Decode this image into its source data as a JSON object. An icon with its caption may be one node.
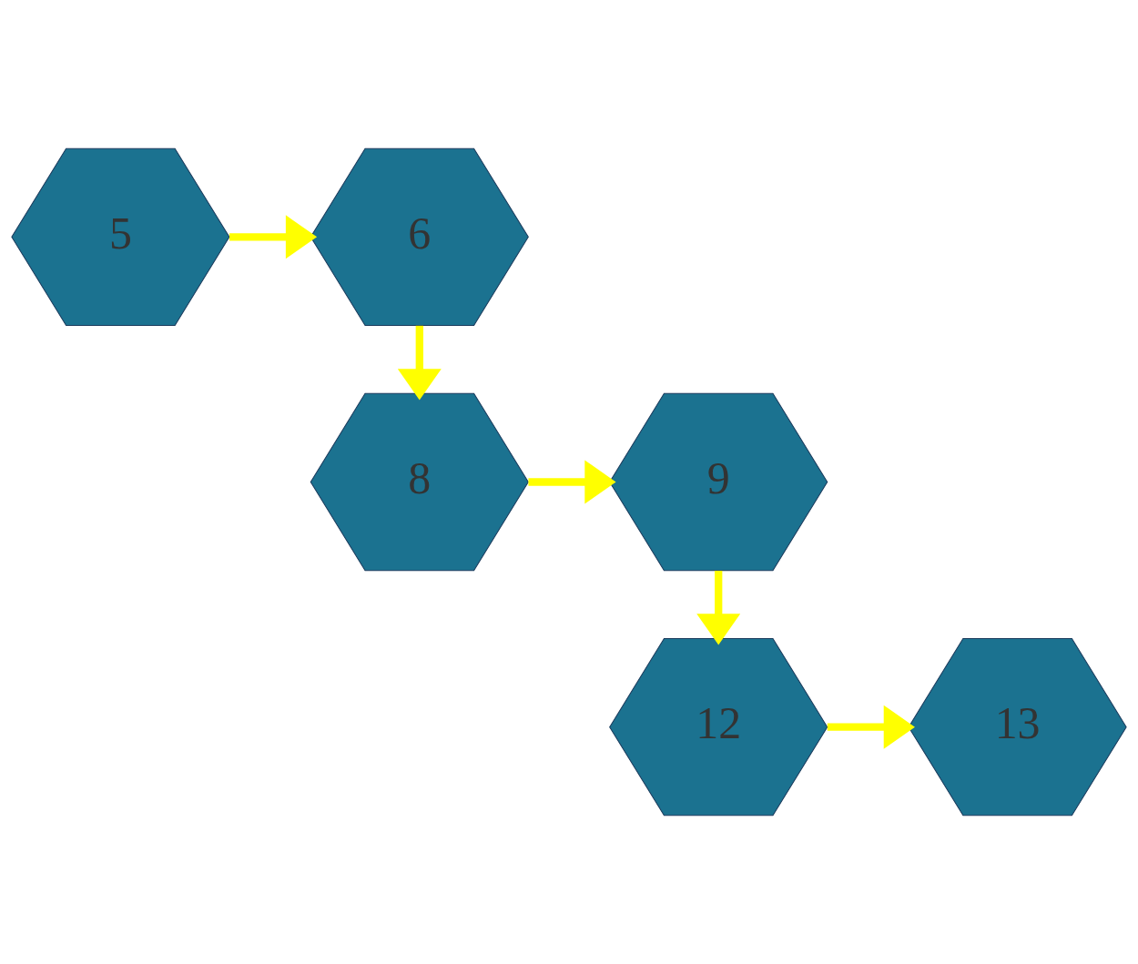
{
  "diagram": {
    "nodes": [
      {
        "text": [
          "5"
        ]
      },
      {
        "text": [
          "6"
        ]
      },
      {
        "text": [
          "8"
        ]
      },
      {
        "text": [
          "9"
        ]
      },
      {
        "text": [
          "12"
        ]
      },
      {
        "text": [
          "13"
        ]
      }
    ],
    "edges": [
      {
        "from": 0,
        "to": 1,
        "arrow": "to"
      },
      {
        "from": 1,
        "to": 2,
        "arrow": "to"
      },
      {
        "from": 2,
        "to": 3,
        "arrow": "to"
      },
      {
        "from": 3,
        "to": 4,
        "arrow": "to"
      },
      {
        "from": 4,
        "to": 5,
        "arrow": "to"
      }
    ]
  }
}
